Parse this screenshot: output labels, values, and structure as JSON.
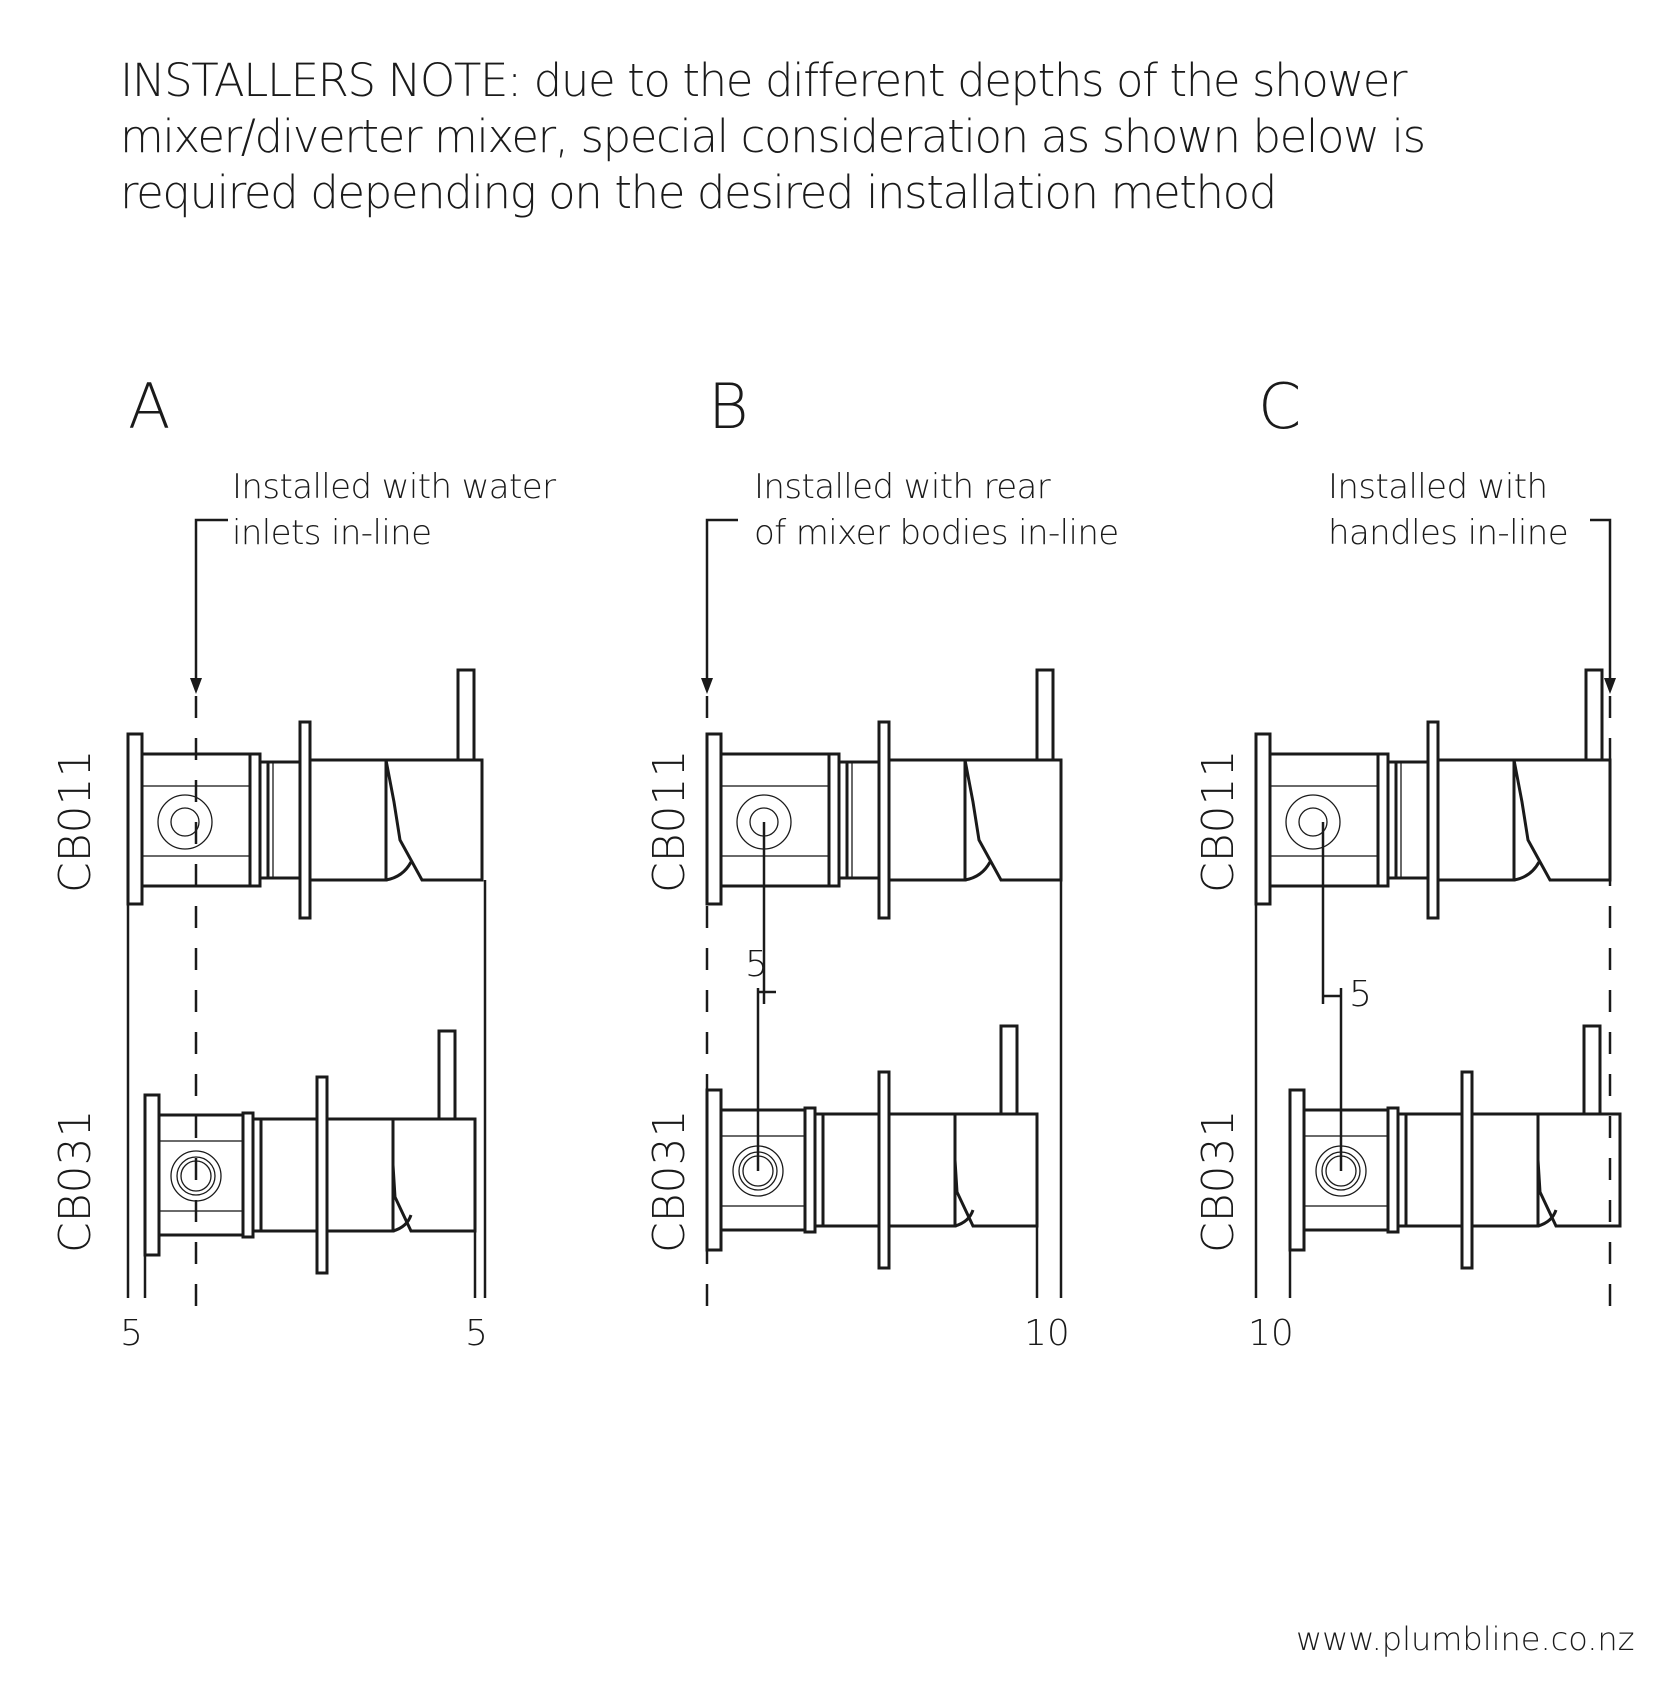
{
  "note": {
    "lines": [
      "INSTALLERS NOTE: due to the different depths of the shower",
      "mixer/diverter mixer, special consideration as shown below is",
      "required depending on the desired installation method"
    ]
  },
  "panels": [
    {
      "letter": "A",
      "caption": [
        "Installed with water",
        "inlets in-line"
      ],
      "top_model": "CB011",
      "bottom_model": "CB031",
      "dims": [
        "5",
        "5"
      ]
    },
    {
      "letter": "B",
      "caption": [
        "Installed with rear",
        "of mixer bodies in-line"
      ],
      "top_model": "CB011",
      "bottom_model": "CB031",
      "dims": [
        "5",
        "10"
      ]
    },
    {
      "letter": "C",
      "caption": [
        "Installed with",
        "handles in-line"
      ],
      "top_model": "CB011",
      "bottom_model": "CB031",
      "dims": [
        "5",
        "10"
      ]
    }
  ],
  "footer": {
    "url": "www.plumbline.co.nz"
  }
}
